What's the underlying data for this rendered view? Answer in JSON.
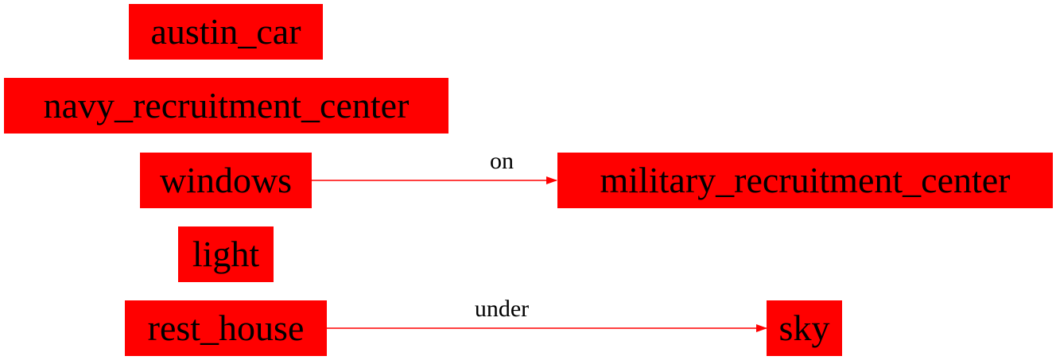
{
  "colors": {
    "node_fill": "#ff0000",
    "edge": "#ff0000",
    "text": "#000000",
    "background": "#ffffff"
  },
  "nodes": {
    "austin_car": "austin_car",
    "navy_recruitment_center": "navy_recruitment_center",
    "windows": "windows",
    "military_recruitment_center": "military_recruitment_center",
    "light": "light",
    "rest_house": "rest_house",
    "sky": "sky"
  },
  "edges": [
    {
      "from": "windows",
      "to": "military_recruitment_center",
      "label": "on"
    },
    {
      "from": "rest_house",
      "to": "sky",
      "label": "under"
    }
  ]
}
